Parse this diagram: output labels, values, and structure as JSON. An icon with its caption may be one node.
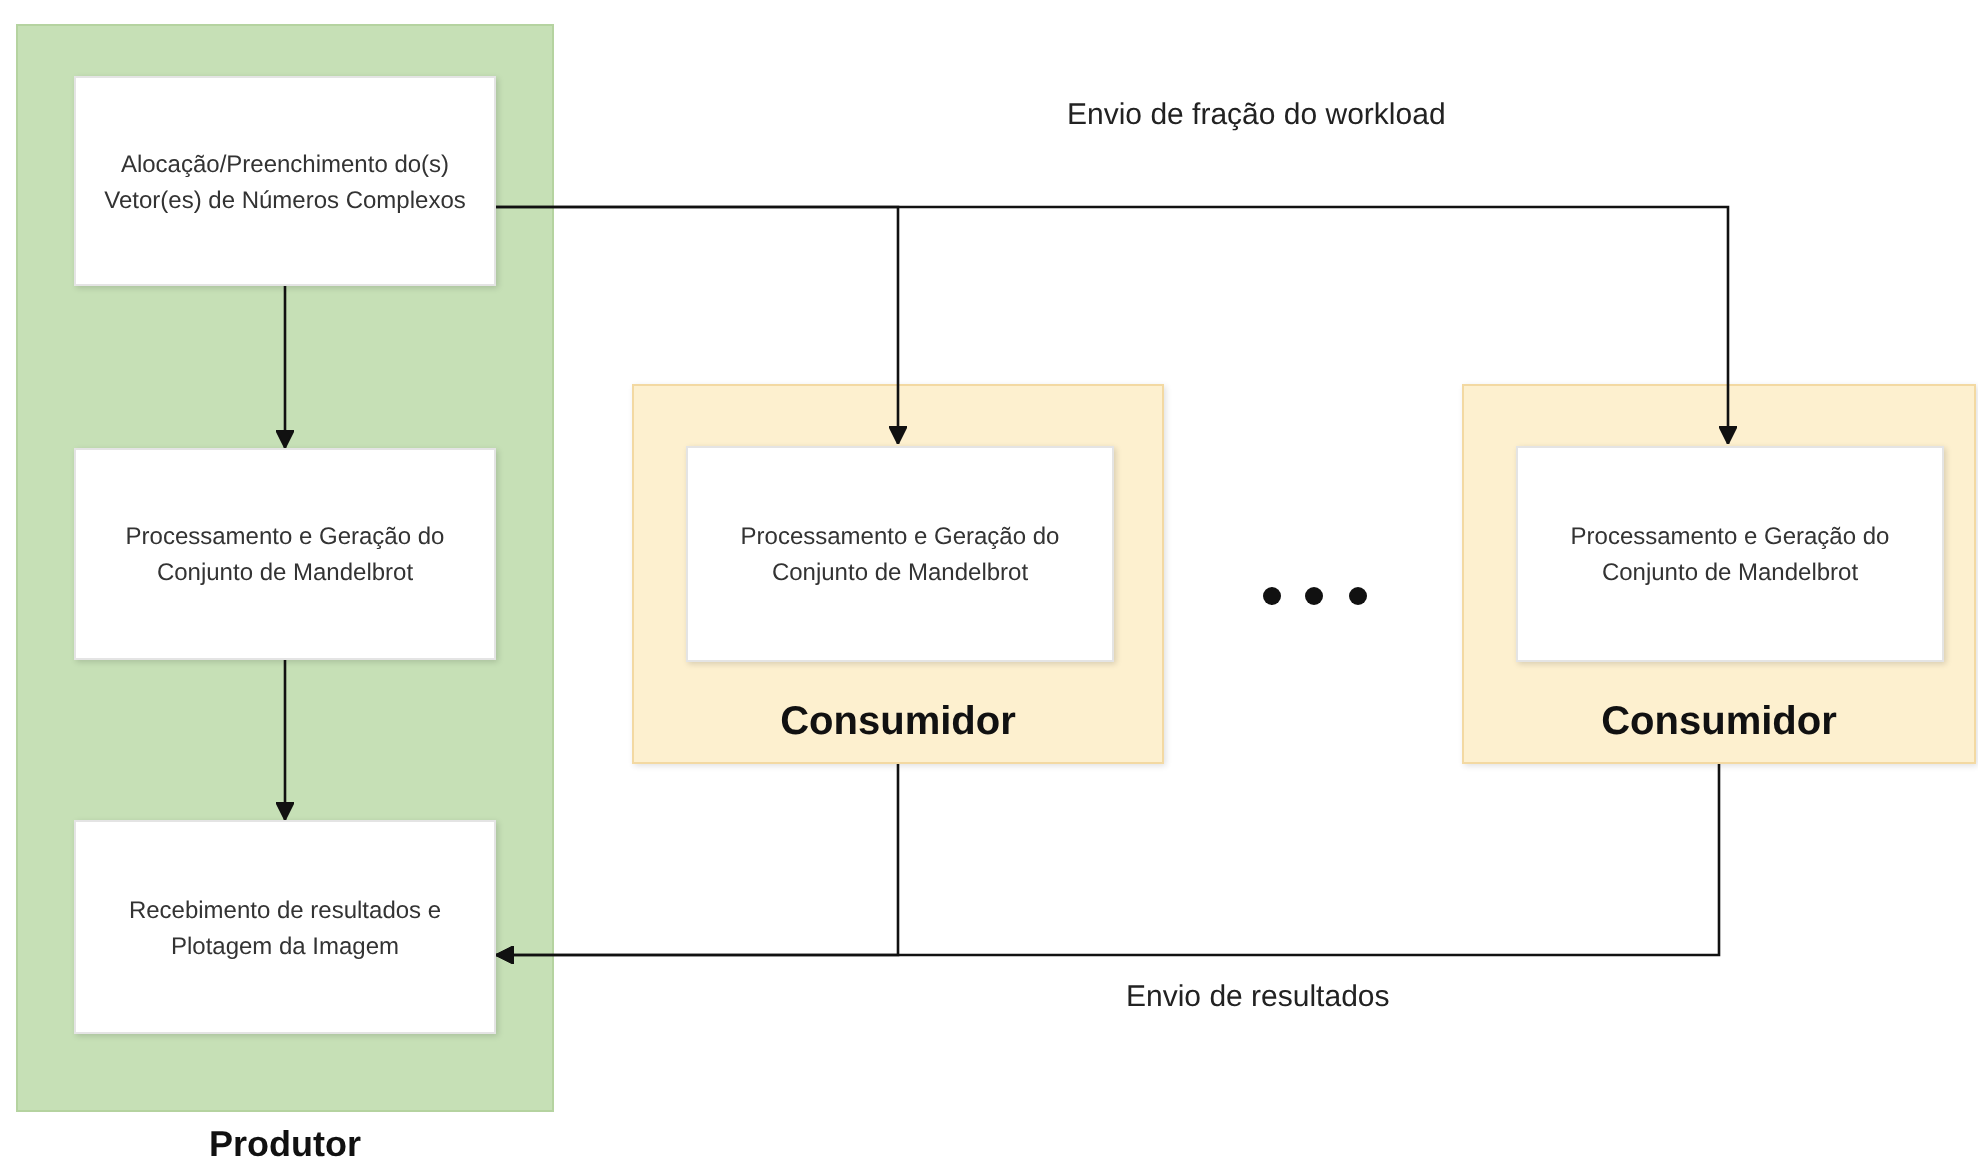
{
  "diagram": {
    "nodes": [
      {
        "text": [
          "Produtor"
        ]
      },
      {
        "text": [
          "Alocação/Preenchimento do(s) Vetor(es) de Números Complexos"
        ],
        "in": 0
      },
      {
        "text": [
          "Processamento e Geração do Conjunto de Mandelbrot"
        ],
        "in": 0
      },
      {
        "text": [
          "Recebimento de resultados e Plotagem da Imagem"
        ],
        "in": 0
      },
      {
        "text": [
          "Consumidor"
        ]
      },
      {
        "text": [
          "Processamento e Geração do Conjunto de Mandelbrot"
        ],
        "in": 4
      },
      {
        "text": [
          "Consumidor"
        ]
      },
      {
        "text": [
          "Processamento e Geração do Conjunto de Mandelbrot"
        ],
        "in": 6
      }
    ],
    "edges": [
      {
        "from": 1,
        "to": 2,
        "arrow": "to"
      },
      {
        "from": 2,
        "to": 3,
        "arrow": "to"
      },
      {
        "from": 1,
        "to": 5,
        "arrow": "to"
      },
      {
        "from": 1,
        "to": 7,
        "arrow": "to",
        "label": "Envio de fração do workload"
      },
      {
        "from": 4,
        "to": 3,
        "arrow": "to"
      },
      {
        "from": 6,
        "to": 3,
        "arrow": "to",
        "label": "Envio de resultados"
      }
    ]
  }
}
